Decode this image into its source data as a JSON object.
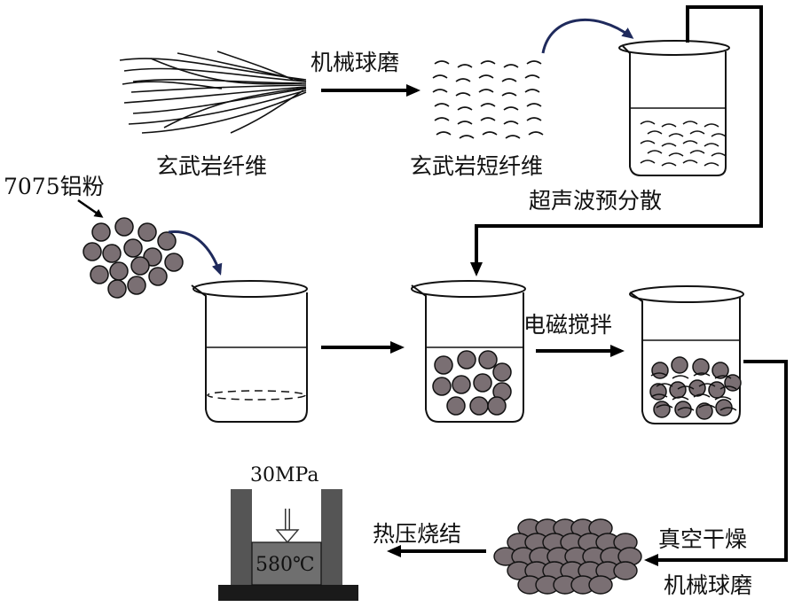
{
  "labels": {
    "basalt_fiber": "玄武岩纤维",
    "ball_milling_top": "机械球磨",
    "basalt_short_fiber": "玄武岩短纤维",
    "ultrasonic_predispersion": "超声波预分散",
    "aluminum_powder": "7075铝粉",
    "electromagnetic_stirring": "电磁搅拌",
    "vacuum_drying": "真空干燥",
    "ball_milling_bottom": "机械球磨",
    "hot_press_sintering": "热压烧结",
    "pressure": "30MPa",
    "temperature": "580℃"
  },
  "colors": {
    "particle_fill": "#7a6f73",
    "curved_arrow": "#1f2a5c",
    "press_frame": "#555555",
    "press_base": "#1a1a1a",
    "line": "#000000"
  },
  "icons": {
    "fiber_bundle": "long-fiber-bundle-icon",
    "short_fibers": "short-fiber-cluster-icon",
    "beaker": "beaker-icon",
    "powder": "powder-particles-icon",
    "press": "hot-press-die-icon"
  }
}
